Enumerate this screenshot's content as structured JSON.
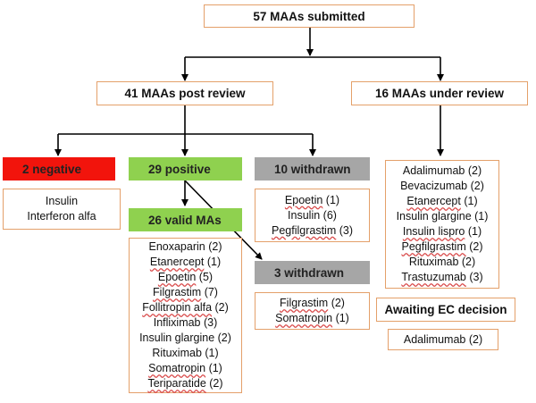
{
  "top": "57 MAAs submitted",
  "post_review": "41 MAAs post review",
  "under_review": "16 MAAs under review",
  "negative": {
    "title": "2 negative",
    "items": [
      "Insulin",
      "Interferon alfa"
    ]
  },
  "positive": {
    "title": "29 positive"
  },
  "withdrawn10": {
    "title": "10 withdrawn",
    "items": [
      {
        "name": "Epoetin",
        "count": "(1)"
      },
      {
        "name": "Insulin",
        "count": "(6)"
      },
      {
        "name": "Pegfilgrastim",
        "count": "(3)"
      }
    ]
  },
  "valid": {
    "title": "26 valid MAs",
    "items": [
      {
        "name": "Enoxaparin",
        "count": "(2)"
      },
      {
        "name": "Etanercept",
        "count": "(1)"
      },
      {
        "name": "Epoetin",
        "count": "(5)"
      },
      {
        "name": "Filgrastim",
        "count": "(7)"
      },
      {
        "name": "Follitropin alfa",
        "count": "(2)"
      },
      {
        "name": "Infliximab",
        "count": "(3)"
      },
      {
        "name": "Insulin glargine",
        "count": "(2)"
      },
      {
        "name": "Rituximab",
        "count": "(1)"
      },
      {
        "name": "Somatropin",
        "count": "(1)"
      },
      {
        "name": "Teriparatide",
        "count": "(2)"
      }
    ]
  },
  "withdrawn3": {
    "title": "3 withdrawn",
    "items": [
      {
        "name": "Filgrastim",
        "count": "(2)"
      },
      {
        "name": "Somatropin",
        "count": "(1)"
      }
    ]
  },
  "review_list": {
    "items": [
      {
        "name": "Adalimumab",
        "count": "(2)"
      },
      {
        "name": "Bevacizumab",
        "count": "(2)"
      },
      {
        "name": "Etanercept",
        "count": "(1)"
      },
      {
        "name": "Insulin glargine",
        "count": "(1)"
      },
      {
        "name": "Insulin lispro",
        "count": "(1)"
      },
      {
        "name": "Pegfilgrastim",
        "count": "(2)"
      },
      {
        "name": "Rituximab",
        "count": "(2)"
      },
      {
        "name": "Trastuzumab",
        "count": "(3)"
      }
    ]
  },
  "awaiting": {
    "title": "Awaiting EC decision",
    "items": [
      {
        "name": "Adalimumab",
        "count": "(2)"
      }
    ]
  },
  "colors": {
    "negative": "#f2140c",
    "positive": "#8fd14f",
    "withdrawn": "#a6a6a6",
    "border": "#e4a06a"
  }
}
